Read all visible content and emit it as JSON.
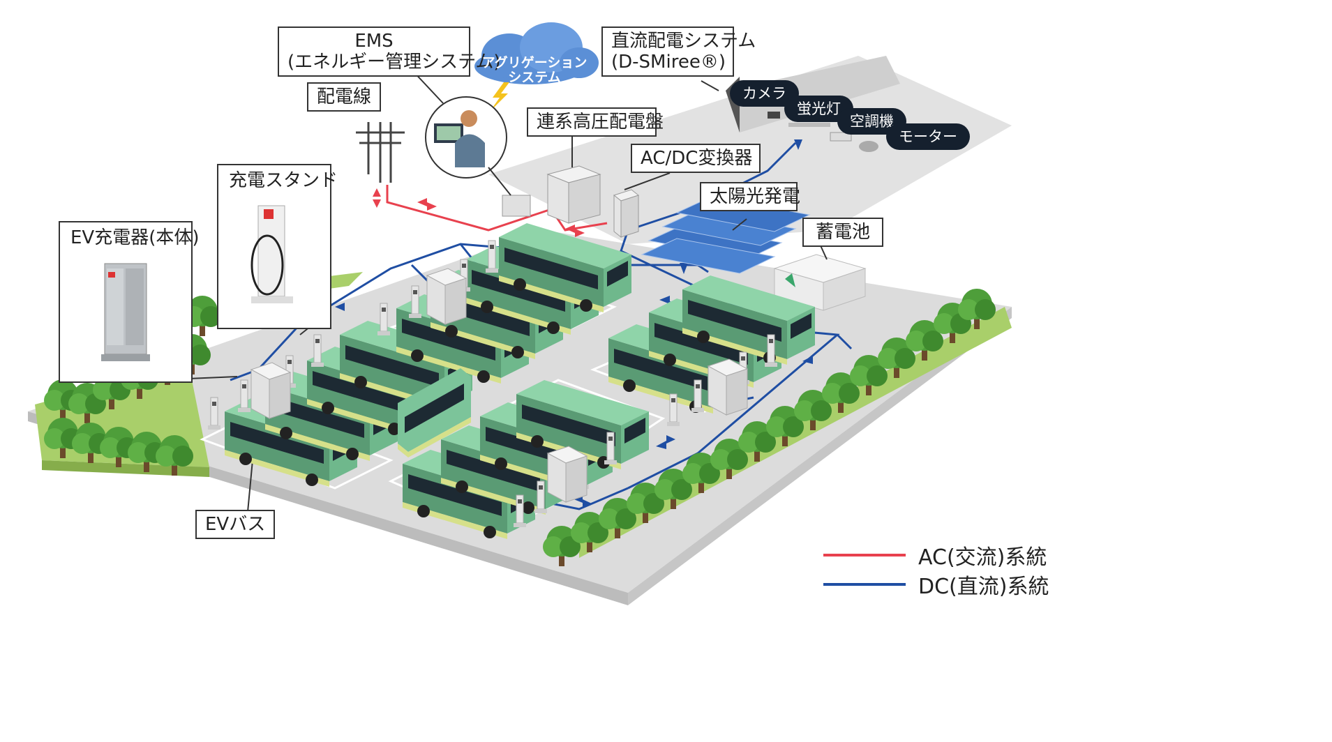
{
  "labels": {
    "ems_line1": "EMS",
    "ems_line2": "(エネルギー管理システム)",
    "aggregation_line1": "アグリゲーション",
    "aggregation_line2": "システム",
    "dc_system_line1": "直流配電システム",
    "dc_system_line2": "(D-SMiree®)",
    "distribution_line": "配電線",
    "hv_panel": "連系高圧配電盤",
    "acdc_converter": "AC/DC変換器",
    "solar": "太陽光発電",
    "battery": "蓄電池",
    "charging_stand": "充電スタンド",
    "ev_charger": "EV充電器(本体)",
    "ev_bus": "EVバス"
  },
  "devices": {
    "camera": "カメラ",
    "fluorescent": "蛍光灯",
    "aircon": "空調機",
    "motor": "モーター"
  },
  "legend": {
    "ac_label": "AC(交流)系統",
    "dc_label": "DC(直流)系統",
    "ac_color": "#e8414e",
    "dc_color": "#1f4ea3"
  },
  "colors": {
    "bus_green": "#7cc49a",
    "ground": "#d8d8d8",
    "grass": "#a9cf6a",
    "tree": "#4e9e3a",
    "cloud": "#5b8fd6"
  }
}
